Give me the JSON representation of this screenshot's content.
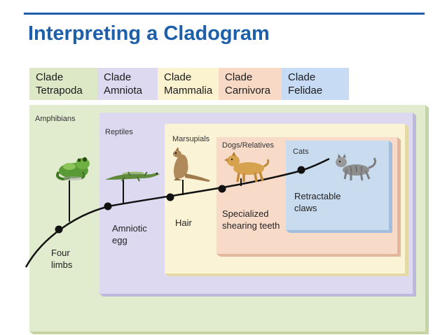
{
  "title": "Interpreting a Cladogram",
  "clades": [
    {
      "line1": "Clade",
      "line2": "Tetrapoda",
      "color": "#dde9c6"
    },
    {
      "line1": "Clade",
      "line2": "Amniota",
      "color": "#dcd9f1"
    },
    {
      "line1": "Clade",
      "line2": "Mammalia",
      "color": "#fbf2cf"
    },
    {
      "line1": "Clade",
      "line2": "Carnivora",
      "color": "#f7d9c6"
    },
    {
      "line1": "Clade",
      "line2": "Felidae",
      "color": "#c7dcf4"
    }
  ],
  "groups": {
    "amphibians": "Amphibians",
    "reptiles": "Reptiles",
    "marsupials": "Marsupials",
    "dogs": "Dogs/Relatives",
    "cats": "Cats"
  },
  "traits": {
    "four_limbs": {
      "line1": "Four",
      "line2": "limbs"
    },
    "amniotic_egg": {
      "line1": "Amniotic",
      "line2": "egg"
    },
    "hair": "Hair",
    "shearing_teeth": {
      "line1": "Specialized",
      "line2": "shearing teeth"
    },
    "claws": {
      "line1": "Retractable",
      "line2": "claws"
    }
  }
}
